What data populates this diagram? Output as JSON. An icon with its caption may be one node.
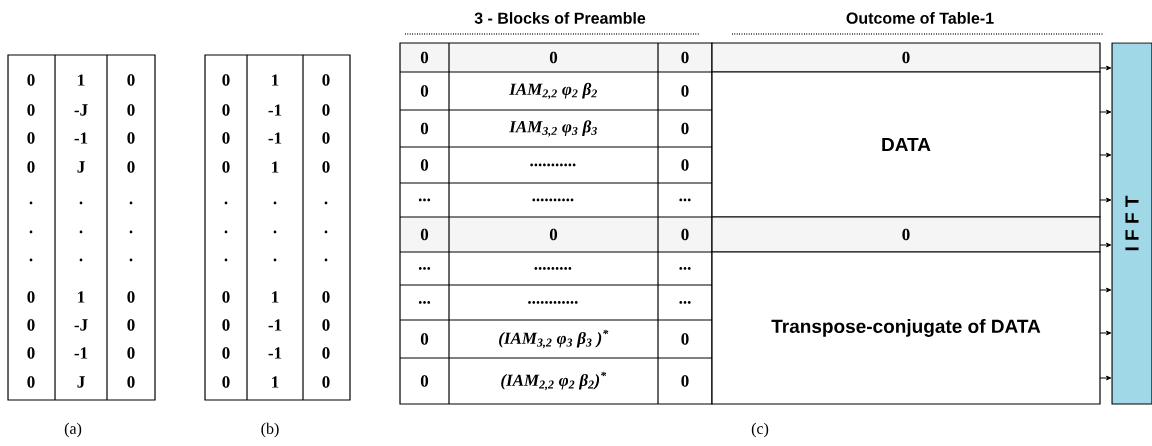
{
  "diagram": {
    "nodes": [
      {
        "text": [
          "0"
        ]
      },
      {
        "text": [
          "DATA"
        ]
      },
      {
        "text": [
          "0"
        ]
      },
      {
        "text": [
          "Transpose-conjugate of DATA"
        ]
      },
      {
        "text": [
          "I F F T"
        ]
      }
    ],
    "edges": [
      {
        "from": 0,
        "to": 4,
        "arrow": "to"
      },
      {
        "from": 1,
        "to": 4,
        "arrow": "to"
      },
      {
        "from": 1,
        "to": 4,
        "arrow": "to"
      },
      {
        "from": 1,
        "to": 4,
        "arrow": "to"
      },
      {
        "from": 2,
        "to": 4,
        "arrow": "to"
      },
      {
        "from": 3,
        "to": 4,
        "arrow": "to"
      },
      {
        "from": 3,
        "to": 4,
        "arrow": "to"
      },
      {
        "from": 3,
        "to": 4,
        "arrow": "to"
      }
    ],
    "labels": [
      "3 - Blocks of Preamble",
      "Outcome of Table-1",
      "0",
      "1",
      "0",
      "0",
      "-J",
      "0",
      "0",
      "-1",
      "0",
      "0",
      "J",
      "0",
      ".",
      ".",
      ".",
      ".",
      ".",
      ".",
      ".",
      ".",
      ".",
      "0",
      "1",
      "0",
      "0",
      "-J",
      "0",
      "0",
      "-1",
      "0",
      "0",
      "J",
      "0",
      "(a)",
      "0",
      "1",
      "0",
      "0",
      "-1",
      "0",
      "0",
      "-1",
      "0",
      "0",
      "1",
      "0",
      ".",
      ".",
      ".",
      ".",
      ".",
      ".",
      ".",
      ".",
      ".",
      "0",
      "1",
      "0",
      "0",
      "-1",
      "0",
      "0",
      "-1",
      "0",
      "0",
      "1",
      "0",
      "(b)",
      "0",
      "0",
      "0",
      "0",
      "IAM$_{2,2}$ φ$_{2}$ β$_{2}$",
      "0",
      "0",
      "IAM$_{3,2}$ φ$_{3}$ β$_{3}$",
      "0",
      "0",
      "...........",
      "0",
      "...",
      "..........",
      "...",
      "0",
      "0",
      "0",
      "...",
      ".........",
      "...",
      "...",
      "............",
      "...",
      "0",
      "(IAM$_{3,2}$ φ$_{3}$ β$_{3}$ )$^{*}$",
      "0",
      "0",
      "(IAM$_{2,2}$ φ$_{2}$ β$_{2}$)$^{*}$",
      "0",
      "(c)"
    ]
  }
}
